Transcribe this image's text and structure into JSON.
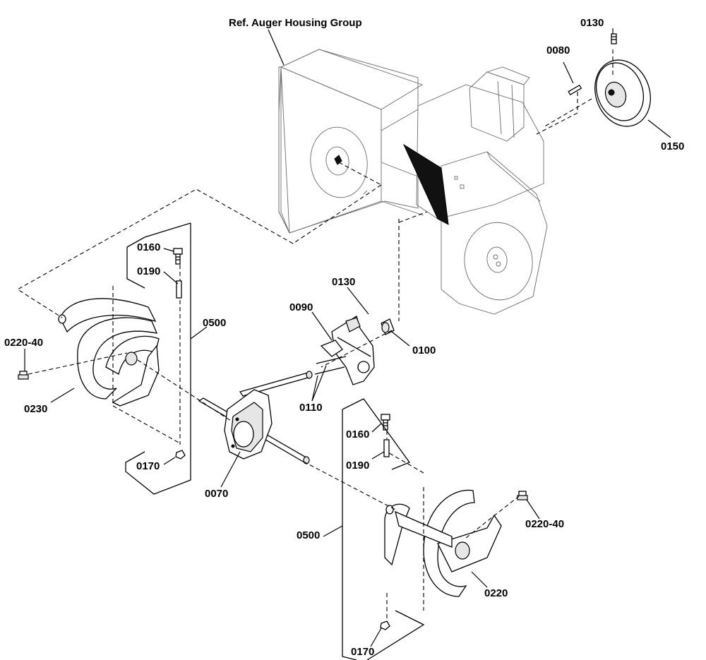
{
  "title": "Ref. Auger Housing Group",
  "callouts": {
    "c0130_top": "0130",
    "c0080": "0080",
    "c0150": "0150",
    "c0160_left": "0160",
    "c0190_left": "0190",
    "c0500_left": "0500",
    "c0130_mid": "0130",
    "c0090": "0090",
    "c0100": "0100",
    "c0220_40_left": "0220-40",
    "c0230": "0230",
    "c0110": "0110",
    "c0170_left": "0170",
    "c0070": "0070",
    "c0160_right": "0160",
    "c0190_right": "0190",
    "c0500_right": "0500",
    "c0220_40_right": "0220-40",
    "c0220": "0220",
    "c0170_right": "0170"
  }
}
